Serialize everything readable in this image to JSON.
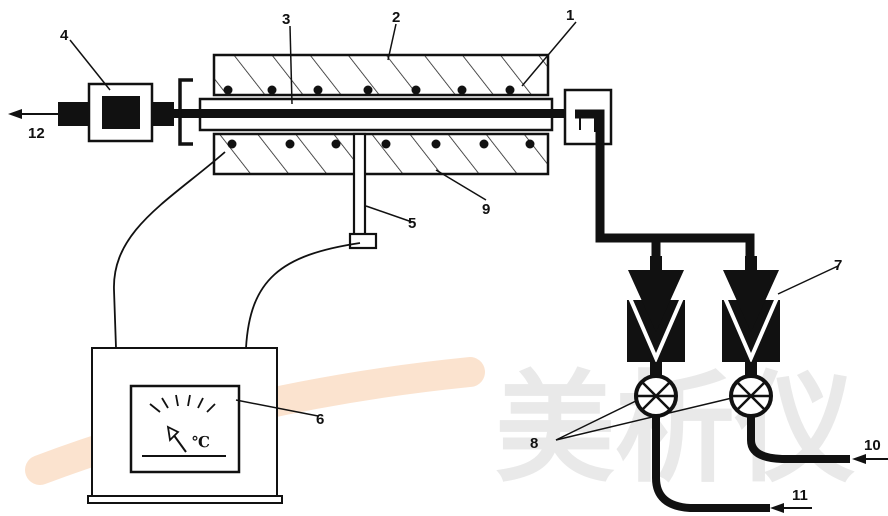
{
  "diagram": {
    "labels": {
      "l1": "1",
      "l2": "2",
      "l3": "3",
      "l4": "4",
      "l5": "5",
      "l6": "6",
      "l7": "7",
      "l8": "8",
      "l9": "9",
      "l10": "10",
      "l11": "11",
      "l12": "12"
    },
    "gauge_unit": "℃",
    "watermark": "美析仪"
  },
  "colors": {
    "ink": "#111111",
    "watermark_gray": "#e9e9e9",
    "watermark_orange": "#fbe3cf"
  }
}
